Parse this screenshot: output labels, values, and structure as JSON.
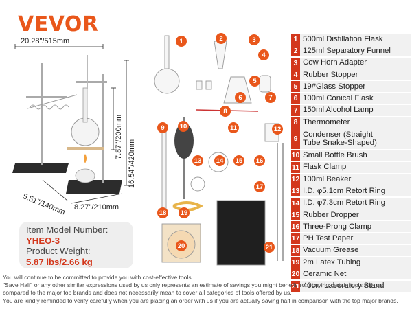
{
  "brand": "VEVOR",
  "dimensions": {
    "width": "20.28\"/515mm",
    "height_total": "16.54\"/420mm",
    "height_condenser": "7.87\"/200mm",
    "base_depth": "5.51\"/140mm",
    "base_width": "8.27\"/210mm"
  },
  "items": [
    {
      "num": "1",
      "label": "500ml Distillation Flask"
    },
    {
      "num": "2",
      "label": "125ml Separatory Funnel"
    },
    {
      "num": "3",
      "label": "Cow Horn Adapter"
    },
    {
      "num": "4",
      "label": "Rubber Stopper"
    },
    {
      "num": "5",
      "label": "19#Glass Stopper"
    },
    {
      "num": "6",
      "label": "100ml Conical Flask"
    },
    {
      "num": "7",
      "label": "150ml Alcohol Lamp"
    },
    {
      "num": "8",
      "label": "Thermometer"
    },
    {
      "num": "9",
      "label": "Condenser (Straight",
      "label2": "Tube Snake-Shaped)"
    },
    {
      "num": "10",
      "label": "Small Bottle Brush"
    },
    {
      "num": "11",
      "label": "Flask Clamp"
    },
    {
      "num": "12",
      "label": "100ml Beaker"
    },
    {
      "num": "13",
      "label": "I.D. φ5.1cm Retort Ring"
    },
    {
      "num": "14",
      "label": "I.D. φ7.3cm Retort Ring"
    },
    {
      "num": "15",
      "label": "Rubber Dropper"
    },
    {
      "num": "16",
      "label": "Three-Prong Clamp"
    },
    {
      "num": "17",
      "label": "PH Test Paper"
    },
    {
      "num": "18",
      "label": "Vacuum Grease"
    },
    {
      "num": "19",
      "label": "2m Latex Tubing"
    },
    {
      "num": "20",
      "label": "Ceramic Net"
    },
    {
      "num": "21",
      "label": "40cm Laboratory Stand"
    }
  ],
  "info": {
    "model_label": "Item Model Number:",
    "model_value": "YHEO-3",
    "weight_label": "Product Weight:",
    "weight_value": "5.87 lbs/2.66 kg"
  },
  "footnote": [
    "You will continue to be committed to provide you with cost-effective tools.",
    "\"Save Half\" or any other similar expressions used by us only represents an estimate of savings you might benefit from buying certain tools with us",
    "compared to the major top brands and does not necessarily mean to cover all categories of tools offered by us.",
    "You are kindly reminded to verify carefully when you are placing an order with us if you are actually saving half in comparison with the top major brands."
  ],
  "colors": {
    "brand": "#e9571b",
    "accent": "#d3371c",
    "label_bg": "#f1f1f1",
    "info_bg": "#eeeeee"
  }
}
